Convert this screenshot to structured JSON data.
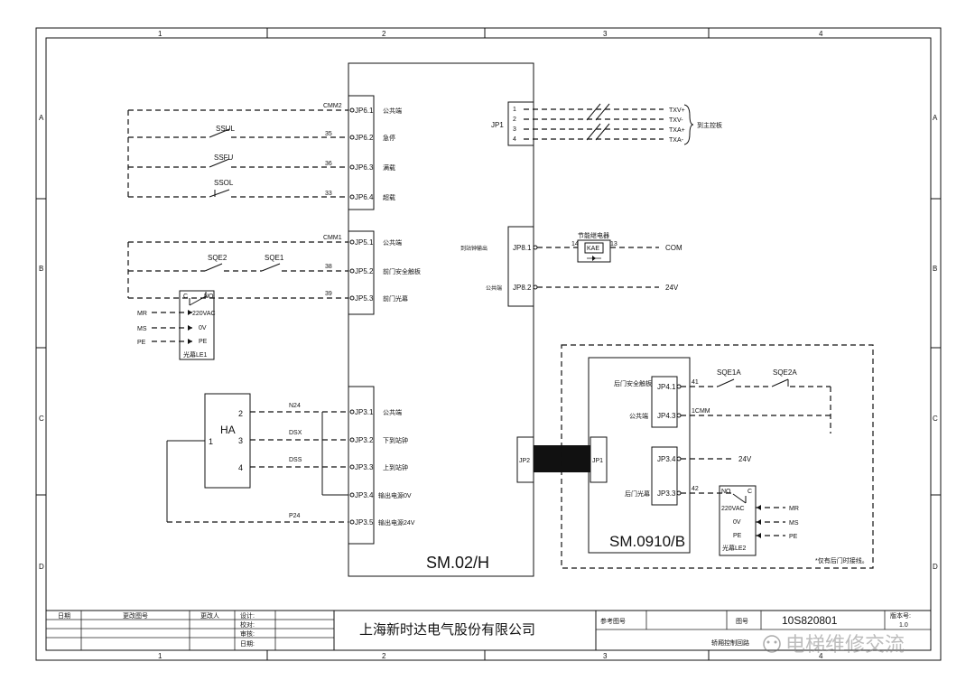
{
  "frame": {
    "columns": [
      "1",
      "2",
      "3",
      "4"
    ],
    "rows": [
      "A",
      "B",
      "C",
      "D"
    ]
  },
  "board_main": {
    "name": "SM.02/H"
  },
  "board_door": {
    "name": "SM.0910/B",
    "note": "*仅有后门时接线。"
  },
  "jp6": {
    "pins": [
      {
        "pin": "JP6.1",
        "wire": "CMM2",
        "label": "公共端"
      },
      {
        "pin": "JP6.2",
        "wire": "35",
        "label": "急停"
      },
      {
        "pin": "JP6.3",
        "wire": "36",
        "label": "满载"
      },
      {
        "pin": "JP6.4",
        "wire": "33",
        "label": "超载"
      }
    ],
    "switches": [
      "SSUL",
      "SSFU",
      "SSOL"
    ]
  },
  "jp5": {
    "pins": [
      {
        "pin": "JP5.1",
        "wire": "CMM1",
        "label": "公共端"
      },
      {
        "pin": "JP5.2",
        "wire": "38",
        "label": "前门安全触板"
      },
      {
        "pin": "JP5.3",
        "wire": "39",
        "label": "前门光幕"
      }
    ],
    "switches": [
      "SQE2",
      "SQE1"
    ]
  },
  "curtain_front": {
    "c": "C",
    "no": "NO",
    "vac": "220VAC",
    "ov": "0V",
    "pe": "PE",
    "name": "光幕LE1",
    "inputs": [
      "MR",
      "MS",
      "PE"
    ]
  },
  "jp3": {
    "pins": [
      {
        "pin": "JP3.1",
        "wire": "N24",
        "label": "公共端"
      },
      {
        "pin": "JP3.2",
        "wire": "DSX",
        "label": "下到站钟"
      },
      {
        "pin": "JP3.3",
        "wire": "DSS",
        "label": "上到站钟"
      },
      {
        "pin": "JP3.4",
        "wire": "",
        "label": "输出电源0V"
      },
      {
        "pin": "JP3.5",
        "wire": "P24",
        "label": "输出电源24V"
      }
    ]
  },
  "ha": {
    "name": "HA",
    "pins": [
      "1",
      "2",
      "3",
      "4"
    ]
  },
  "jp1": {
    "name": "JP1",
    "pins": [
      "1",
      "2",
      "3",
      "4"
    ],
    "signals": [
      "TXV+",
      "TXV-",
      "TXA+",
      "TXA-"
    ],
    "label": "到主控板"
  },
  "jp8": {
    "pins": [
      {
        "pin": "JP8.1",
        "label": "到站钟输出",
        "wire": "COM"
      },
      {
        "pin": "JP8.2",
        "label": "公共端",
        "wire": "24V"
      }
    ],
    "relay": {
      "title": "节能继电器",
      "name": "KAE",
      "a": "14",
      "b": "13"
    }
  },
  "link": {
    "left": "JP2",
    "right": "JP1"
  },
  "jp4": {
    "pins": [
      {
        "pin": "JP4.1",
        "wire": "41",
        "label": "后门安全触板"
      },
      {
        "pin": "JP4.3",
        "wire": "1CMM",
        "label": "公共端"
      },
      {
        "pin": "JP3.4",
        "wire": "24V",
        "label": ""
      },
      {
        "pin": "JP3.3",
        "wire": "42",
        "label": "后门光幕"
      }
    ],
    "switches": [
      "SQE1A",
      "SQE2A"
    ]
  },
  "curtain_rear": {
    "no": "NO",
    "c": "C",
    "vac": "220VAC",
    "ov": "0V",
    "pe": "PE",
    "name": "光幕LE2",
    "outputs": [
      "MR",
      "MS",
      "PE"
    ]
  },
  "title_block": {
    "h_date": "日期",
    "h_change": "更改图号",
    "h_changer": "更改人",
    "h_design": "设计:",
    "h_check": "校对:",
    "h_review": "审核:",
    "h_day": "日期:",
    "company": "上海新时达电气股份有限公司",
    "ref_label": "参考图号",
    "drawing_label": "图号",
    "drawing_no": "10S820801",
    "version_label": "版本号:",
    "version": "1.0",
    "drawing_title": "轿厢控制回路",
    "watermark": "电梯维修交流"
  }
}
